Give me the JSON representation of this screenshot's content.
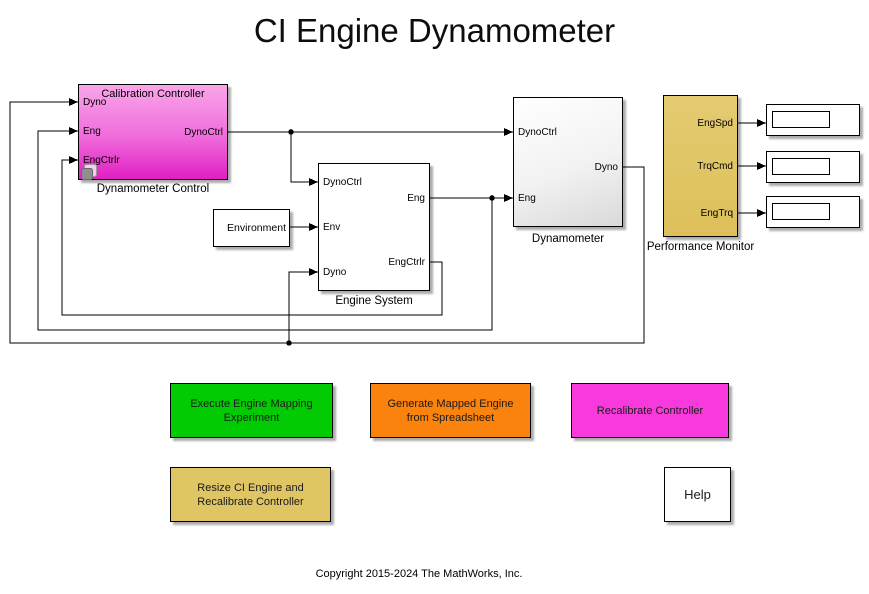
{
  "title": "CI Engine Dynamometer",
  "copyright": "Copyright 2015-2024 The MathWorks, Inc.",
  "blocks": {
    "calibration": {
      "header": "Calibration Controller",
      "name": "Dynamometer Control",
      "inputs": [
        "Dyno",
        "Eng",
        "EngCtrlr"
      ],
      "outputs": [
        "DynoCtrl"
      ]
    },
    "environment": {
      "text": "Environment"
    },
    "engine": {
      "name": "Engine System",
      "inputs": [
        "DynoCtrl",
        "Env",
        "Dyno"
      ],
      "outputs": [
        "Eng",
        "EngCtrlr"
      ]
    },
    "dynamometer": {
      "name": "Dynamometer",
      "inputs": [
        "DynoCtrl",
        "Eng"
      ],
      "outputs": [
        "Dyno"
      ]
    },
    "performance_monitor": {
      "name": "Performance Monitor",
      "outputs": [
        "EngSpd",
        "TrqCmd",
        "EngTrq"
      ]
    },
    "displays": {
      "values": [
        "",
        "",
        ""
      ]
    }
  },
  "buttons": {
    "execute": {
      "lines": [
        "Execute Engine Mapping",
        "Experiment"
      ],
      "color": "#03CB03"
    },
    "generate": {
      "lines": [
        "Generate Mapped Engine",
        "from Spreadsheet"
      ],
      "color": "#F9830D"
    },
    "recalibrate": {
      "lines": [
        "Recalibrate Controller"
      ],
      "color": "#F83ADD"
    },
    "resize": {
      "lines": [
        "Resize CI Engine and",
        "Recalibrate Controller"
      ],
      "color": "#E0C565"
    },
    "help": {
      "lines": [
        "Help"
      ],
      "color": "#FFFFFF"
    }
  },
  "palette": {
    "calibration_gradient_top": "#F9A6E9",
    "calibration_gradient_bottom": "#E01FC2",
    "dynamometer_gradient_top": "#FFFFFF",
    "dynamometer_gradient_bottom": "#D9D9D9",
    "performance_monitor": "#E0C464",
    "wire": "#000000"
  }
}
